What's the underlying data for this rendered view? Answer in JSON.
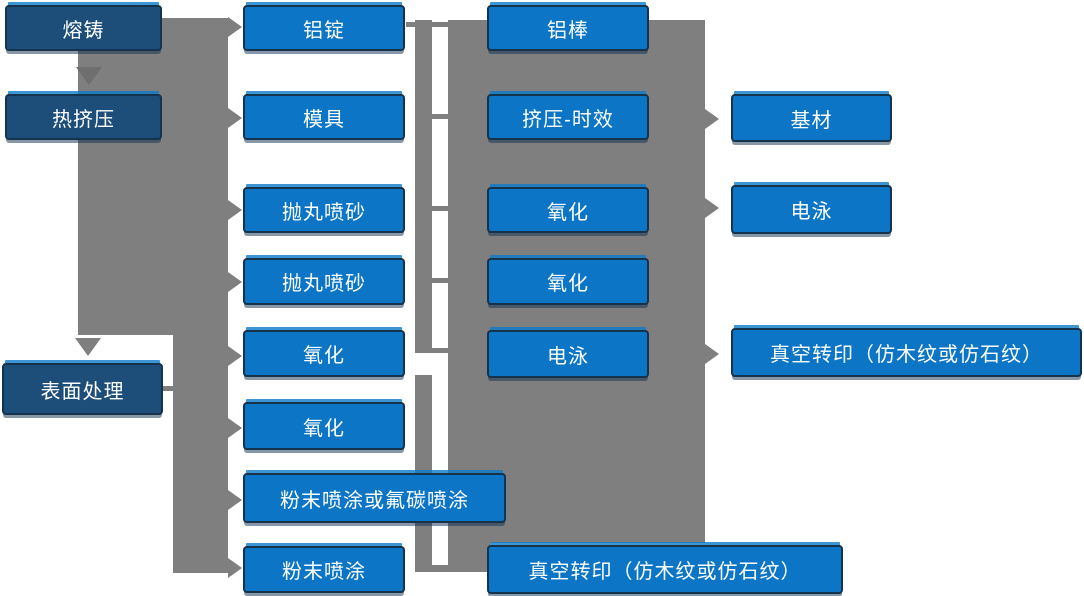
{
  "diagram": {
    "description_colors": {
      "box_blue": "#0c75c5",
      "box_dark_blue": "#1d4e79",
      "box_border": "#14334d",
      "connector_gray": "#7f7f7f",
      "text": "#ffffff"
    },
    "columns": [
      {
        "id": "stage-1",
        "boxes": [
          "熔铸",
          "热挤压",
          "表面处理"
        ]
      },
      {
        "id": "stage-2",
        "boxes": [
          "铝锭",
          "模具",
          "抛丸喷砂",
          "抛丸喷砂",
          "氧化",
          "氧化",
          "粉末喷涂或氟碳喷涂",
          "粉末喷涂"
        ]
      },
      {
        "id": "stage-3",
        "boxes": [
          "铝棒",
          "挤压-时效",
          "氧化",
          "氧化",
          "电泳",
          "真空转印（仿木纹或仿石纹）"
        ]
      },
      {
        "id": "stage-4",
        "boxes": [
          "基材",
          "电泳",
          "真空转印（仿木纹或仿石纹）"
        ]
      }
    ]
  }
}
